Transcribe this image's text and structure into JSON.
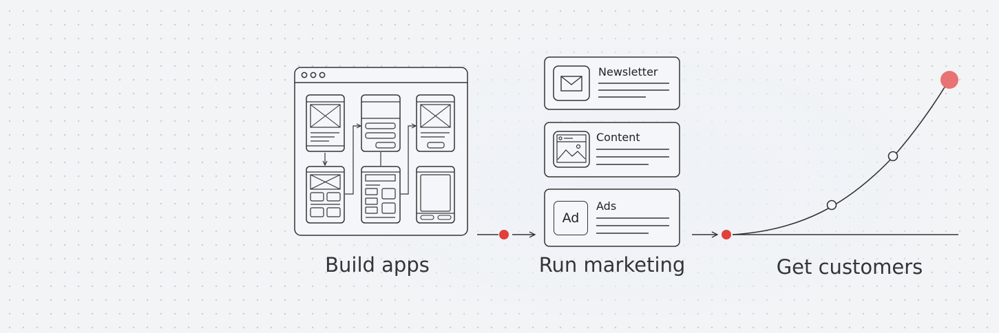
{
  "stages": [
    {
      "label": "Build apps"
    },
    {
      "label": "Run marketing"
    },
    {
      "label": "Get customers"
    }
  ],
  "marketing_cards": [
    {
      "title": "Newsletter",
      "icon": "envelope-icon"
    },
    {
      "title": "Content",
      "icon": "image-icon"
    },
    {
      "title": "Ads",
      "icon": "ad-badge",
      "badge": "Ad"
    }
  ],
  "colors": {
    "accent_dot": "#e0413b",
    "goal_dot": "#e97272",
    "stroke": "#333333"
  }
}
